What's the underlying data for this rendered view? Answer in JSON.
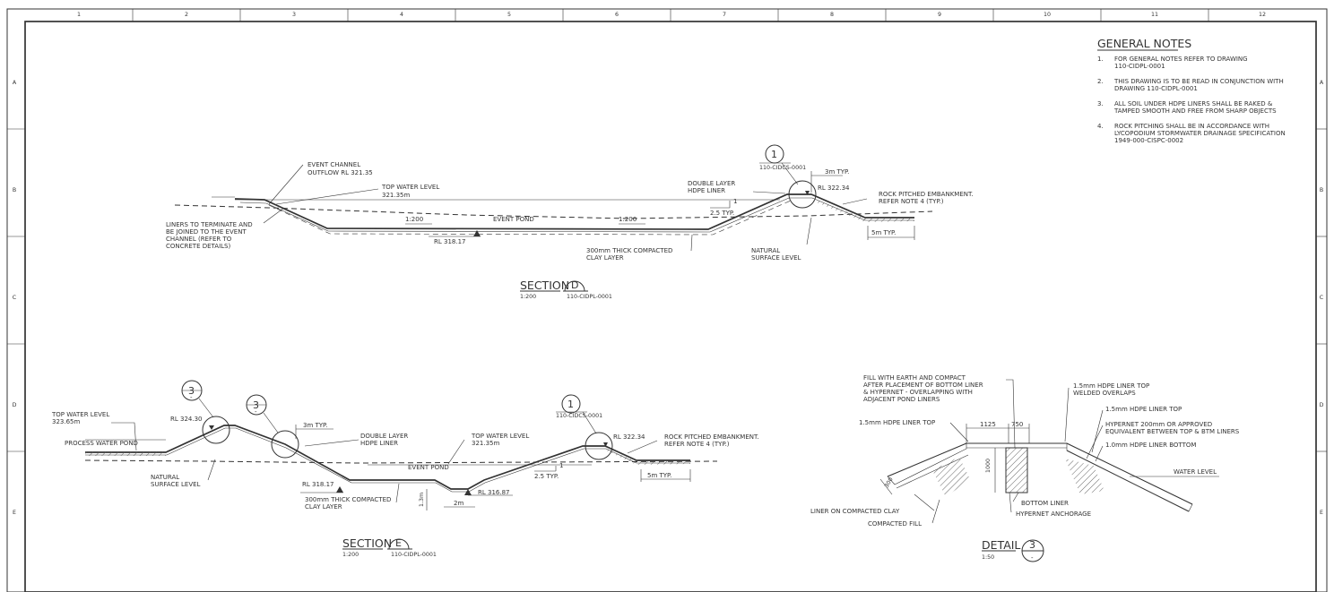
{
  "grid": {
    "columns": [
      "1",
      "2",
      "3",
      "4",
      "5",
      "6",
      "7",
      "8",
      "9",
      "10",
      "11",
      "12"
    ],
    "rows": [
      "A",
      "B",
      "C",
      "D",
      "E"
    ]
  },
  "general_notes": {
    "title": "GENERAL NOTES",
    "items": [
      {
        "num": "1.",
        "lines": [
          "FOR GENERAL NOTES REFER TO DRAWING",
          "110-CIDPL-0001"
        ]
      },
      {
        "num": "2.",
        "lines": [
          "THIS DRAWING IS TO BE READ IN CONJUNCTION WITH",
          "DRAWING 110-CIDPL-0001"
        ]
      },
      {
        "num": "3.",
        "lines": [
          "ALL SOIL UNDER HDPE LINERS SHALL BE RAKED &",
          "TAMPED SMOOTH AND FREE FROM SHARP OBJECTS"
        ]
      },
      {
        "num": "4.",
        "lines": [
          "ROCK PITCHING SHALL BE IN ACCORDANCE WITH",
          "LYCOPODIUM STORMWATER DRAINAGE SPECIFICATION",
          "1949-000-CISPC-0002"
        ]
      }
    ]
  },
  "section_d": {
    "labels": {
      "event_channel_1": "EVENT CHANNEL",
      "event_channel_2": "OUTFLOW RL 321.35",
      "twl_1": "TOP WATER LEVEL",
      "twl_2": "321.35m",
      "liners_1": "LINERS TO TERMINATE AND",
      "liners_2": "BE JOINED TO THE EVENT",
      "liners_3": "CHANNEL (REFER TO",
      "liners_4": "CONCRETE DETAILS)",
      "slope_left": "1:200",
      "pond": "EVENT POND",
      "slope_right": "1:200",
      "rl_bottom": "RL 318.17",
      "clay_1": "300mm THICK COMPACTED",
      "clay_2": "CLAY LAYER",
      "double_1": "DOUBLE LAYER",
      "double_2": "HDPE LINER",
      "callout_num": "1",
      "callout_ref": "110-CIDCS-0001",
      "typ_3m": "3m TYP.",
      "rl_crest": "RL 322.34",
      "rock_1": "ROCK PITCHED EMBANKMENT.",
      "rock_2": "REFER NOTE 4 (TYP.)",
      "batter_1": "1",
      "batter_2": "2.5 TYP.",
      "natural_1": "NATURAL",
      "natural_2": "SURFACE LEVEL",
      "typ_5m": "5m TYP."
    },
    "title": "SECTION",
    "letter": "D",
    "scale": "1:200",
    "ref": "110-CIDPL-0001"
  },
  "section_e": {
    "labels": {
      "twl_left_1": "TOP WATER LEVEL",
      "twl_left_2": "323.65m",
      "rl_left": "RL 324.30",
      "process_pond": "PROCESS WATER POND",
      "natural_1": "NATURAL",
      "natural_2": "SURFACE LEVEL",
      "callout3_num": "3",
      "callout3_ref": "-",
      "typ_3m": "3m TYP.",
      "double_1": "DOUBLE LAYER",
      "double_2": "HDPE LINER",
      "twl_1": "TOP WATER LEVEL",
      "twl_2": "321.35m",
      "pond": "EVENT POND",
      "rl_pond": "RL 318.17",
      "rl_sump": "RL 316.87",
      "clay_1": "300mm THICK COMPACTED",
      "clay_2": "CLAY LAYER",
      "sump_depth": "1.3m",
      "sump_width": "2m",
      "callout1_num": "1",
      "callout1_ref": "110-CIDCS-0001",
      "rl_crest": "RL 322.34",
      "rock_1": "ROCK PITCHED EMBANKMENT.",
      "rock_2": "REFER NOTE 4 (TYP.)",
      "batter_1": "1",
      "batter_2": "2.5 TYP.",
      "typ_5m": "5m TYP."
    },
    "title": "SECTION",
    "letter": "E",
    "scale": "1:200",
    "ref": "110-CIDPL-0001"
  },
  "detail_3": {
    "labels": {
      "fill_1": "FILL WITH EARTH AND COMPACT",
      "fill_2": "AFTER PLACEMENT OF BOTTOM LINER",
      "fill_3": "& HYPERNET - OVERLAPPING WITH",
      "fill_4": "ADJACENT POND LINERS",
      "liner_top_left": "1.5mm HDPE LINER TOP",
      "dim_1125": "1125",
      "dim_750": "750",
      "dim_1000": "1000",
      "dim_300": "300",
      "welded_1": "1.5mm HDPE LINER TOP",
      "welded_2": "WELDED OVERLAPS",
      "liner_top_right": "1.5mm HDPE LINER TOP",
      "hypernet_1": "HYPERNET 200mm OR APPROVED",
      "hypernet_2": "EQUIVALENT BETWEEN TOP & BTM LINERS",
      "liner_bottom": "1.0mm HDPE LINER BOTTOM",
      "water_level": "WATER LEVEL",
      "bottom_liner": "BOTTOM LINER",
      "anchorage": "HYPERNET ANCHORAGE",
      "liner_on_clay": "LINER ON COMPACTED CLAY",
      "compacted_fill": "COMPACTED FILL"
    },
    "title": "DETAIL",
    "number": "3",
    "scale": "1:50",
    "ref": "-"
  }
}
